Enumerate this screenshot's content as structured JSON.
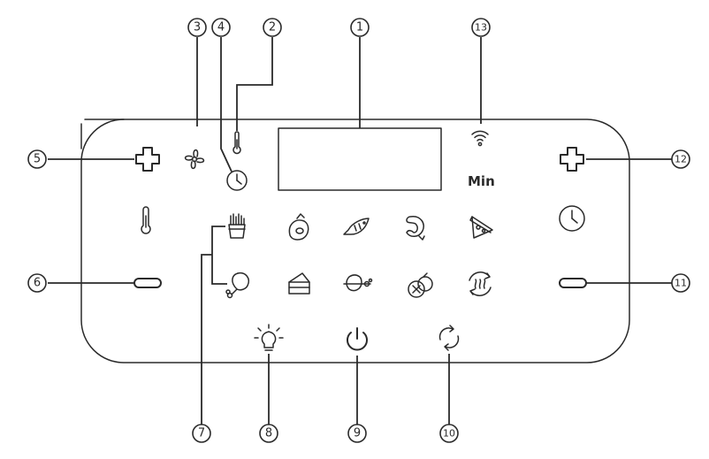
{
  "panel": {
    "display_unit_label": "Min"
  },
  "callouts": [
    {
      "id": "c1",
      "number": "1"
    },
    {
      "id": "c2",
      "number": "2"
    },
    {
      "id": "c3",
      "number": "3"
    },
    {
      "id": "c4",
      "number": "4"
    },
    {
      "id": "c5",
      "number": "5"
    },
    {
      "id": "c6",
      "number": "6"
    },
    {
      "id": "c7",
      "number": "7"
    },
    {
      "id": "c8",
      "number": "8"
    },
    {
      "id": "c9",
      "number": "9"
    },
    {
      "id": "c10",
      "number": "10"
    },
    {
      "id": "c11",
      "number": "11"
    },
    {
      "id": "c12",
      "number": "12"
    },
    {
      "id": "c13",
      "number": "13"
    }
  ],
  "icons": {
    "temp_plus": "plus-icon",
    "temp_minus": "minus-icon",
    "time_plus": "plus-icon",
    "time_minus": "minus-icon",
    "fan": "fan-icon",
    "temp_indicator": "thermometer-icon",
    "time_indicator": "clock-icon",
    "wifi": "wifi-icon",
    "temp_label": "thermometer-icon",
    "time_label": "clock-icon",
    "light": "light-bulb-icon",
    "power": "power-icon",
    "start_pause": "rotate-icon"
  },
  "presets": [
    {
      "name": "fries-icon"
    },
    {
      "name": "steak-icon"
    },
    {
      "name": "fish-icon"
    },
    {
      "name": "shrimp-icon"
    },
    {
      "name": "pizza-icon"
    },
    {
      "name": "chicken-leg-icon"
    },
    {
      "name": "cake-icon"
    },
    {
      "name": "rotisserie-icon"
    },
    {
      "name": "fruit-icon"
    },
    {
      "name": "keep-warm-icon"
    }
  ]
}
